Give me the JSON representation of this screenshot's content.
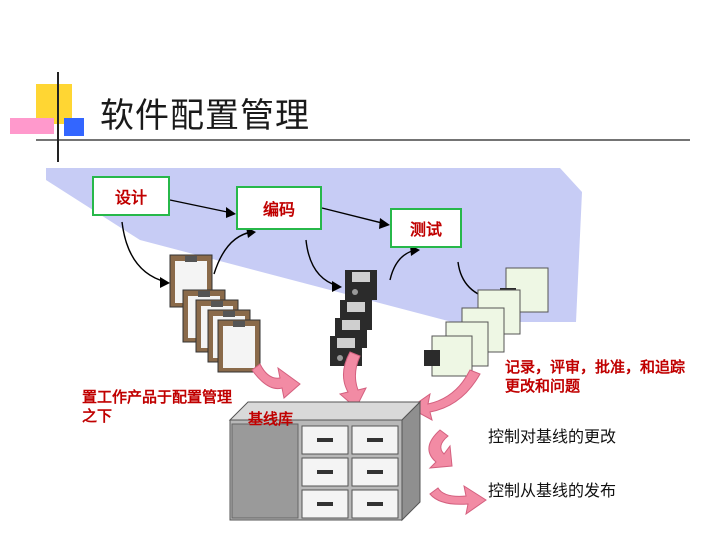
{
  "title": "软件配置管理",
  "stages": {
    "design": "设计",
    "coding": "编码",
    "testing": "测试"
  },
  "labels": {
    "config_control": "置工作产品于配置管理之下",
    "baseline_library": "基线库",
    "record_track": "记录，评审，批准，和追踪更改和问题",
    "control_change": "控制对基线的更改",
    "control_release": "控制从基线的发布"
  },
  "colors": {
    "band": "#c7ccf5",
    "stage_border": "#27b84a",
    "red_text": "#c00000",
    "pink_arrow": "#f28ba4",
    "logo_yellow": "#ffd633",
    "logo_pink": "#ff99cc",
    "logo_blue": "#3366ff"
  }
}
